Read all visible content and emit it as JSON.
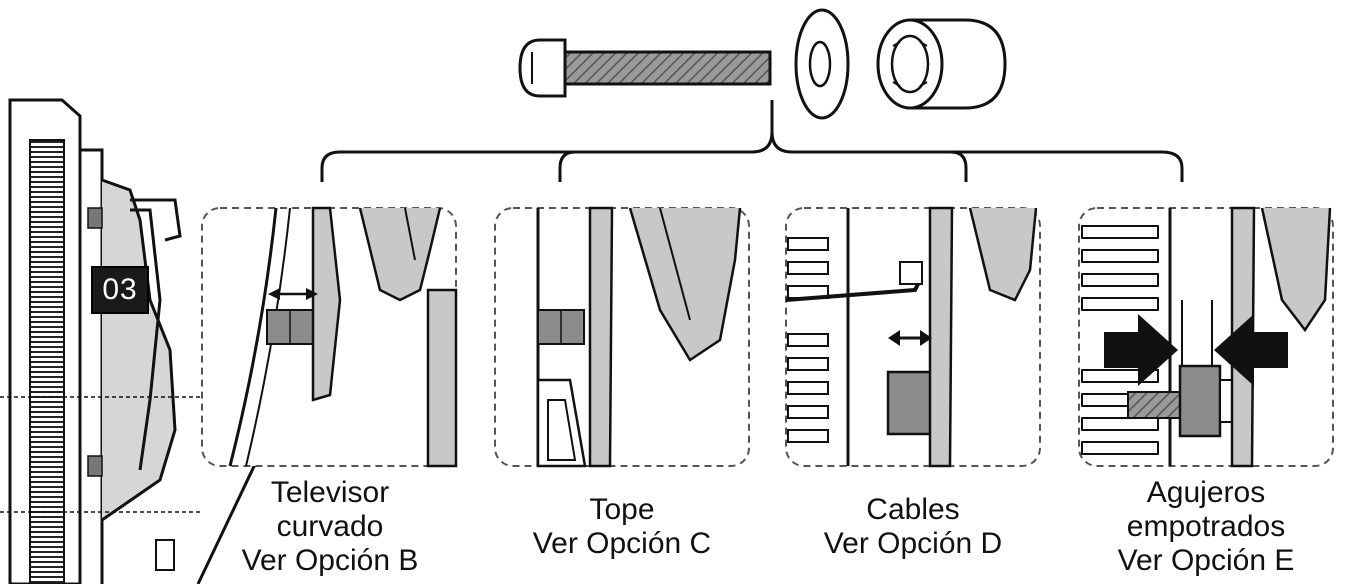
{
  "step_badge": "03",
  "hardware": {
    "bolt_icon": "bolt-icon",
    "washer_icon": "washer-icon",
    "spacer_icon": "spacer-icon"
  },
  "options": [
    {
      "lines": [
        "Televisor",
        "curvado",
        "Ver Opción B"
      ]
    },
    {
      "lines": [
        "Tope",
        "Ver Opción C"
      ]
    },
    {
      "lines": [
        "Cables",
        "Ver Opción D"
      ]
    },
    {
      "lines": [
        "Agujeros",
        "empotrados",
        "Ver Opción E"
      ]
    }
  ],
  "colors": {
    "line": "#1a1a1a",
    "part_gray": "#8c8c8c",
    "bracket_gray": "#c8c8c8",
    "dark_fill": "#1a1a1a"
  }
}
